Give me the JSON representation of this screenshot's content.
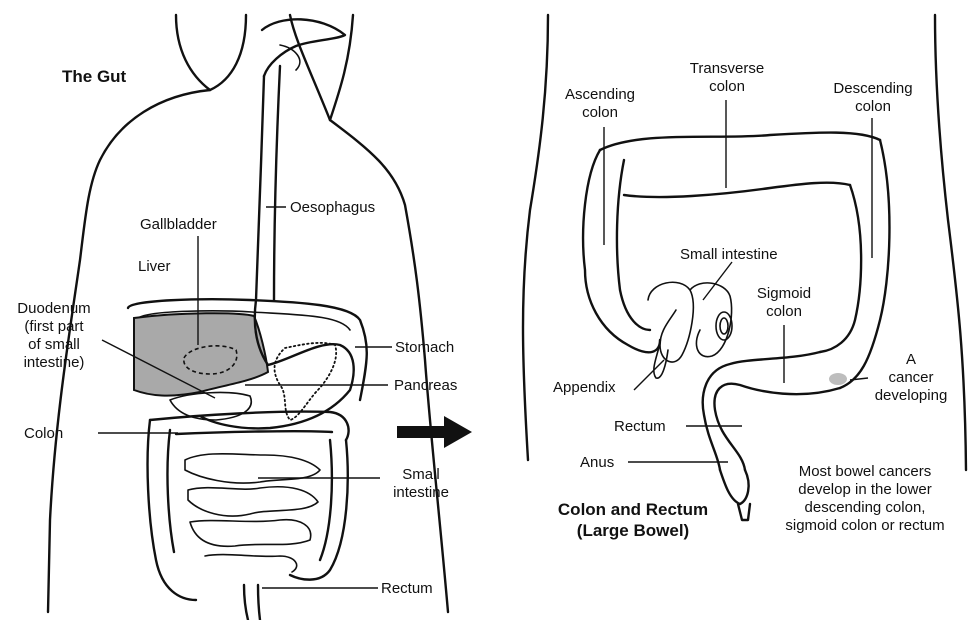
{
  "left_panel": {
    "title": "The Gut",
    "labels": {
      "oesophagus": "Oesophagus",
      "gallbladder": "Gallbladder",
      "liver": "Liver",
      "duodenum": [
        "Duodenum",
        "(first part",
        "of small",
        "intestine)"
      ],
      "stomach": "Stomach",
      "pancreas": "Pancreas",
      "colon": "Colon",
      "small_intestine": [
        "Small",
        "intestine"
      ],
      "rectum": "Rectum"
    }
  },
  "right_panel": {
    "title": [
      "Colon and Rectum",
      "(Large Bowel)"
    ],
    "labels": {
      "ascending_colon": [
        "Ascending",
        "colon"
      ],
      "transverse_colon": [
        "Transverse",
        "colon"
      ],
      "descending_colon": [
        "Descending",
        "colon"
      ],
      "small_intestine": "Small intestine",
      "sigmoid_colon": [
        "Sigmoid",
        "colon"
      ],
      "appendix": "Appendix",
      "cancer": [
        "A",
        "cancer",
        "developing"
      ],
      "rectum": "Rectum",
      "anus": "Anus"
    },
    "note": [
      "Most bowel cancers",
      "develop in the lower",
      "descending colon,",
      "sigmoid colon or rectum"
    ]
  },
  "colors": {
    "liver_fill": "#a9a9a9",
    "stomach_fill": "#ffffff",
    "cancer_spot": "#bdbdbd"
  }
}
